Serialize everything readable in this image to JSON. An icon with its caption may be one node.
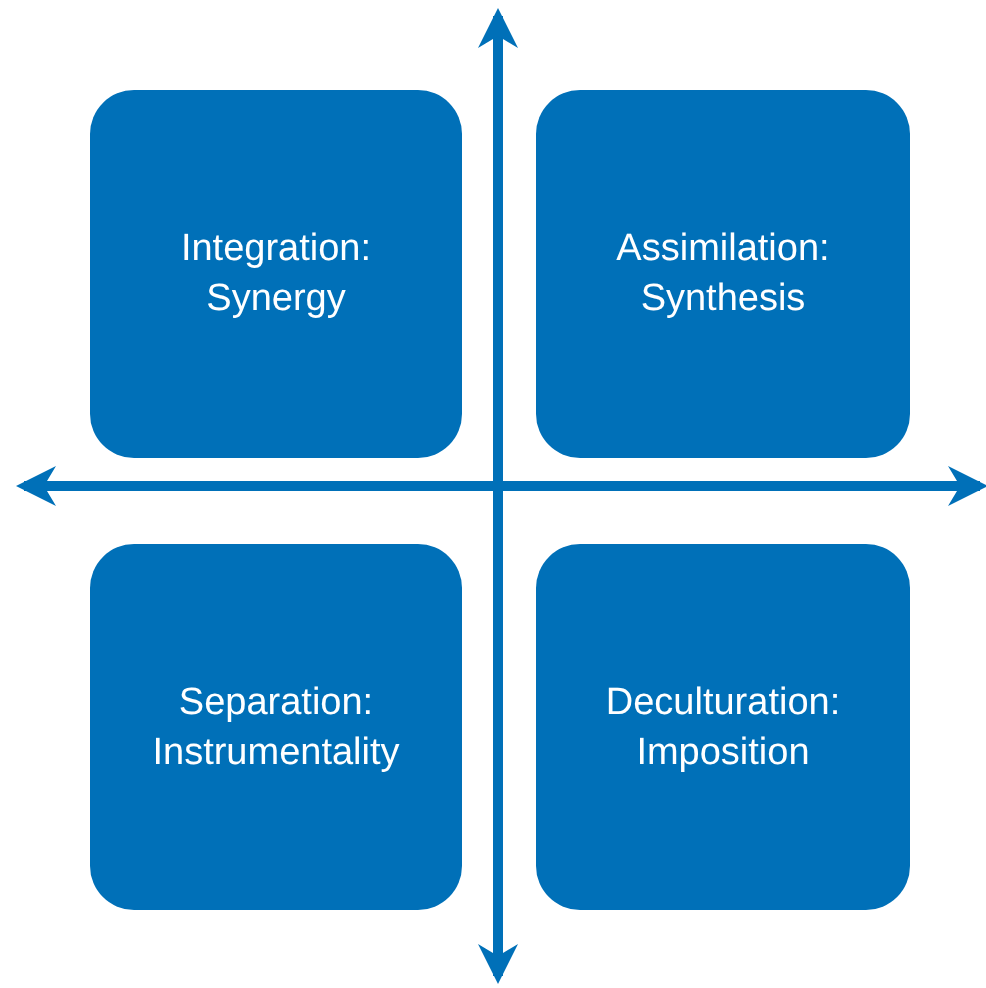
{
  "diagram": {
    "nodes": [
      {
        "text": [
          "Integration: Synergy"
        ]
      },
      {
        "text": [
          "Assimilation: Synthesis"
        ]
      },
      {
        "text": [
          "Separation: Instrumentality"
        ]
      },
      {
        "text": [
          "Deculturation: Imposition"
        ]
      }
    ]
  }
}
